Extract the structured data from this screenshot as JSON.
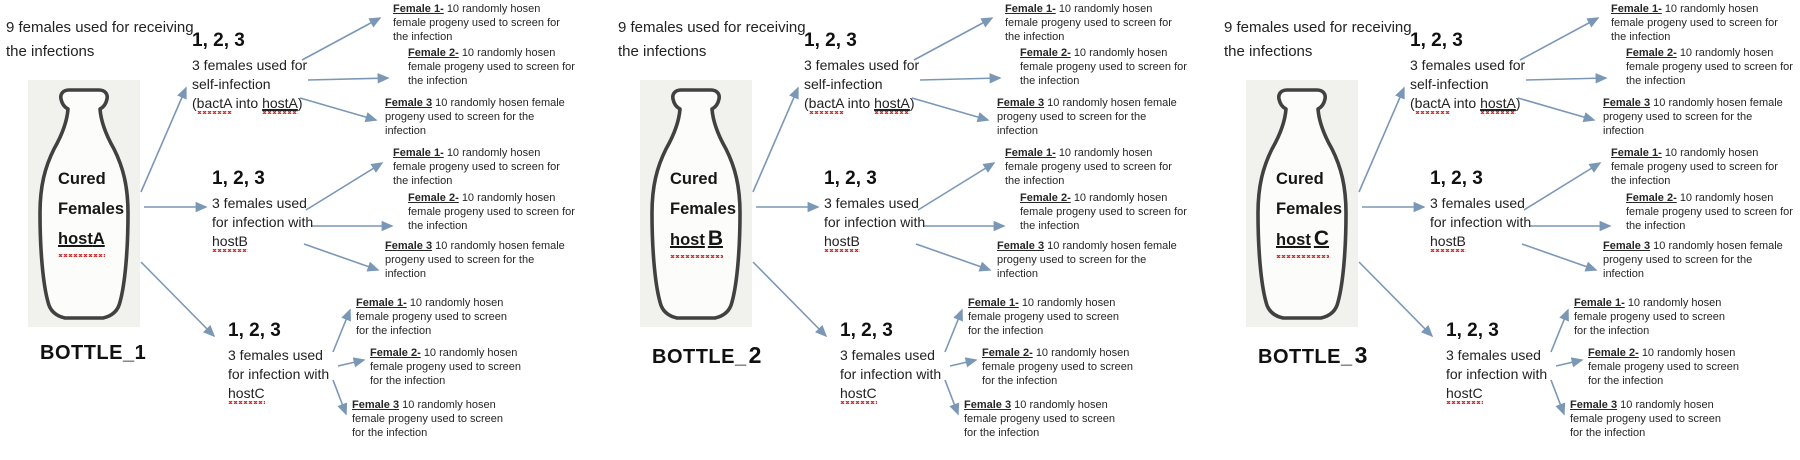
{
  "colors": {
    "arrow": "#7b97b6",
    "squiggle": "#cc2f2f",
    "bottle_background": "#f1f1ee",
    "bottle_outline": "#414141"
  },
  "panels": [
    {
      "header": "9 females used for receiving the infections",
      "bottle": {
        "line1": "Cured",
        "line2": "Females",
        "host_prefix": "host",
        "host_letter": "A",
        "letter_large": false
      },
      "bottle_label": {
        "prefix": "BOTTLE_",
        "number": "1",
        "number_large": false
      },
      "branches": [
        {
          "numbers": "1, 2, 3",
          "desc1": "3 females used for",
          "desc2": "self-infection",
          "tail_open": "(",
          "tail_bact": "bactA",
          "tail_mid": " into ",
          "tail_host": "hostA",
          "tail_close": ")",
          "leaves": [
            {
              "label": "Female 1-",
              "text": "10 randomly hosen female progeny used to screen for the infection"
            },
            {
              "label": "Female 2-",
              "text": "10 randomly hosen female progeny used to screen for the infection"
            },
            {
              "label": "Female 3",
              "text": "10 randomly hosen female progeny used to screen for the infection"
            }
          ]
        },
        {
          "numbers": "1, 2, 3",
          "desc1": "3 females used",
          "desc2": "for infection with",
          "target": "hostB",
          "leaves": [
            {
              "label": "Female 1-",
              "text": "10 randomly hosen female progeny used to screen for the infection"
            },
            {
              "label": "Female 2-",
              "text": "10 randomly hosen female progeny used to screen for the infection"
            },
            {
              "label": "Female 3",
              "text": "10 randomly hosen female progeny used to screen for the infection"
            }
          ]
        },
        {
          "numbers": "1, 2, 3",
          "desc1": "3 females used",
          "desc2": "for infection with",
          "target": "hostC",
          "leaves": [
            {
              "label": "Female 1-",
              "text": "10 randomly hosen female progeny used to screen for the infection"
            },
            {
              "label": "Female 2-",
              "text": "10 randomly hosen female progeny used to screen for the infection"
            },
            {
              "label": "Female 3",
              "text": "10 randomly hosen female progeny used to screen for the infection"
            }
          ]
        }
      ]
    },
    {
      "header": "9 females used for receiving the infections",
      "bottle": {
        "line1": "Cured",
        "line2": "Females",
        "host_prefix": "host",
        "host_letter": "B",
        "letter_large": true
      },
      "bottle_label": {
        "prefix": "BOTTLE_",
        "number": "2",
        "number_large": true
      },
      "branches": [
        {
          "numbers": "1, 2, 3",
          "desc1": "3 females used for",
          "desc2": "self-infection",
          "tail_open": "(",
          "tail_bact": "bactA",
          "tail_mid": " into ",
          "tail_host": "hostA",
          "tail_close": ")",
          "leaves": [
            {
              "label": "Female 1-",
              "text": "10 randomly hosen female progeny used to screen for the infection"
            },
            {
              "label": "Female 2-",
              "text": "10 randomly hosen female progeny used to screen for the infection"
            },
            {
              "label": "Female 3",
              "text": "10 randomly hosen female progeny used to screen for the infection"
            }
          ]
        },
        {
          "numbers": "1, 2, 3",
          "desc1": "3 females used",
          "desc2": "for infection with",
          "target": "hostB",
          "leaves": [
            {
              "label": "Female 1-",
              "text": "10 randomly hosen female progeny used to screen for the infection"
            },
            {
              "label": "Female 2-",
              "text": "10 randomly hosen female progeny used to screen for the infection"
            },
            {
              "label": "Female 3",
              "text": "10 randomly hosen female progeny used to screen for the infection"
            }
          ]
        },
        {
          "numbers": "1, 2, 3",
          "desc1": "3 females used",
          "desc2": "for infection with",
          "target": "hostC",
          "leaves": [
            {
              "label": "Female 1-",
              "text": "10 randomly hosen female progeny used to screen for the infection"
            },
            {
              "label": "Female 2-",
              "text": "10 randomly hosen female progeny used to screen for the infection"
            },
            {
              "label": "Female 3",
              "text": "10 randomly hosen female progeny used to screen for the infection"
            }
          ]
        }
      ]
    },
    {
      "header": "9 females used for receiving the infections",
      "bottle": {
        "line1": "Cured",
        "line2": "Females",
        "host_prefix": "host",
        "host_letter": "C",
        "letter_large": true
      },
      "bottle_label": {
        "prefix": "BOTTLE_",
        "number": "3",
        "number_large": true
      },
      "branches": [
        {
          "numbers": "1, 2, 3",
          "desc1": "3 females used for",
          "desc2": "self-infection",
          "tail_open": "(",
          "tail_bact": "bactA",
          "tail_mid": " into ",
          "tail_host": "hostA",
          "tail_close": ")",
          "leaves": [
            {
              "label": "Female 1-",
              "text": "10 randomly hosen female progeny used to screen for the infection"
            },
            {
              "label": "Female 2-",
              "text": "10 randomly hosen female progeny used to screen for the infection"
            },
            {
              "label": "Female 3",
              "text": "10 randomly hosen female progeny used to screen for the infection"
            }
          ]
        },
        {
          "numbers": "1, 2, 3",
          "desc1": "3 females used",
          "desc2": "for infection with",
          "target": "hostB",
          "leaves": [
            {
              "label": "Female 1-",
              "text": "10 randomly hosen female progeny used to screen for the infection"
            },
            {
              "label": "Female 2-",
              "text": "10 randomly hosen female progeny used to screen for the infection"
            },
            {
              "label": "Female 3",
              "text": "10 randomly hosen female progeny used to screen for the infection"
            }
          ]
        },
        {
          "numbers": "1, 2, 3",
          "desc1": "3 females used",
          "desc2": "for infection with",
          "target": "hostC",
          "leaves": [
            {
              "label": "Female 1-",
              "text": "10 randomly hosen female progeny used to screen for the infection"
            },
            {
              "label": "Female 2-",
              "text": "10 randomly hosen female progeny used to screen for the infection"
            },
            {
              "label": "Female 3",
              "text": "10 randomly hosen female progeny used to screen for the infection"
            }
          ]
        }
      ]
    }
  ]
}
